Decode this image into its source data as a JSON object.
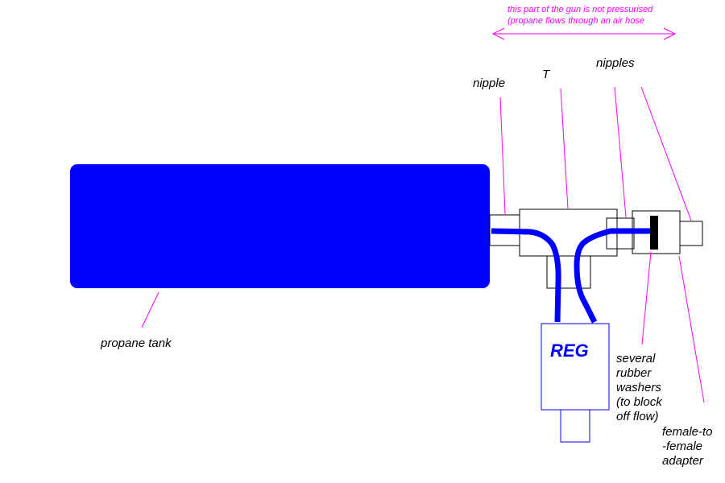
{
  "colors": {
    "tank": "#0000ff",
    "hose": "#0000ff",
    "washer": "#000000",
    "leader": "#ff00ff",
    "outline": "#000000",
    "reg_outline": "#0000ff",
    "note_text": "#ff00ff",
    "label_text": "#000000"
  },
  "notes": {
    "unpressurised_line1": "this part of the gun is not pressurised",
    "unpressurised_line2": "(propane flows through an air hose"
  },
  "labels": {
    "nipple": "nipple",
    "tee": "T",
    "nipples": "nipples",
    "propane_tank": "propane tank",
    "regulator": "REG",
    "washers_line1": "several",
    "washers_line2": "rubber",
    "washers_line3": "washers",
    "washers_line4": "(to block",
    "washers_line5": "off flow)",
    "adapter_line1": "female-to",
    "adapter_line2": "-female",
    "adapter_line3": "adapter"
  }
}
